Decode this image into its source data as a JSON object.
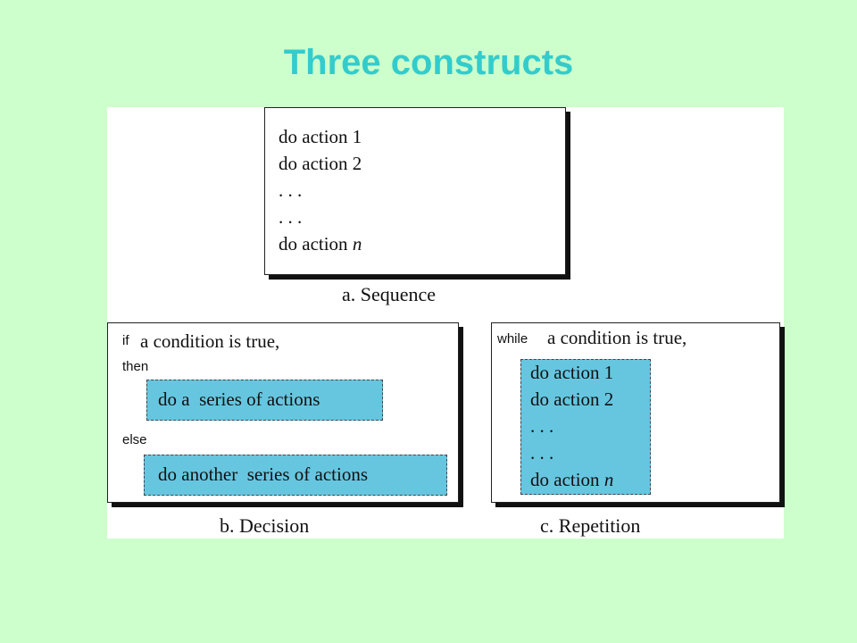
{
  "title": "Three constructs",
  "sequence": {
    "lines": [
      "do action 1",
      "do action 2",
      ". . .",
      ". . .",
      "do action"
    ],
    "italic_suffix": "n",
    "caption": "a. Sequence"
  },
  "decision": {
    "if_keyword": "if",
    "condition": "a condition is true,",
    "then_keyword": "then",
    "then_action": "do a  series of actions",
    "else_keyword": "else",
    "else_action": "do another  series of actions",
    "caption": "b. Decision"
  },
  "repetition": {
    "while_keyword": "while",
    "condition": "a condition is true,",
    "lines": [
      "do action 1",
      "do action 2",
      ". . .",
      ". . .",
      "do action"
    ],
    "italic_suffix": "n",
    "caption": "c. Repetition"
  },
  "colors": {
    "background": "#ccffcc",
    "title": "#33cccc",
    "highlight": "#66c6e0"
  }
}
